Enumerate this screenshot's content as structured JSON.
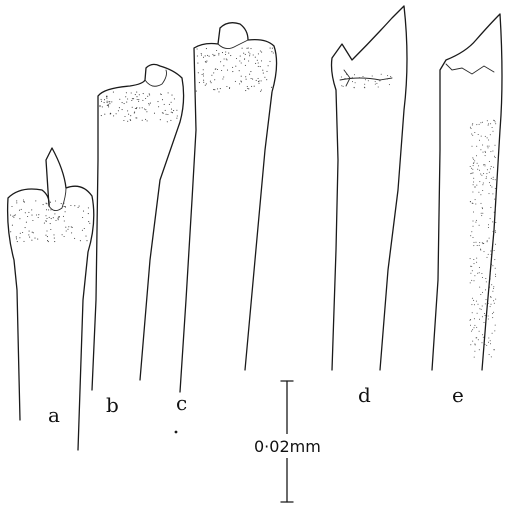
{
  "panels": [
    {
      "id": "a",
      "label": "a"
    },
    {
      "id": "b",
      "label": "b"
    },
    {
      "id": "c",
      "label": "c"
    },
    {
      "id": "d",
      "label": "d"
    },
    {
      "id": "e",
      "label": "e"
    }
  ],
  "scale_bar": {
    "label": "0·02mm"
  },
  "colors": {
    "ink": "#1a1a1a",
    "background": "#ffffff"
  }
}
